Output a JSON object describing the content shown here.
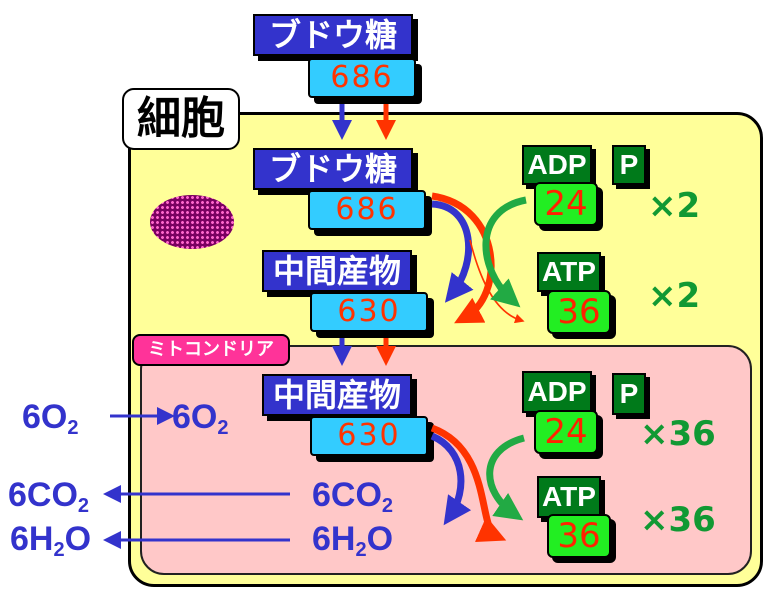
{
  "labels": {
    "cell": "細胞",
    "mito": "ミトコンドリア"
  },
  "glucose": {
    "name": "ブドウ糖",
    "energy": "686"
  },
  "intermediate": {
    "name": "中間産物",
    "energy": "630"
  },
  "glycolysis": {
    "adp": "ADP",
    "p": "P",
    "adp_value": "24",
    "atp": "ATP",
    "atp_value": "36",
    "mult_adp": "×2",
    "mult_atp": "×2"
  },
  "respiration": {
    "adp": "ADP",
    "p": "P",
    "adp_value": "24",
    "atp": "ATP",
    "atp_value": "36",
    "mult_adp": "×36",
    "mult_atp": "×36"
  },
  "chem": {
    "o2_out": {
      "coef": "6O",
      "sub": "2"
    },
    "o2_in": {
      "coef": "6O",
      "sub": "2"
    },
    "co2_in": {
      "coef": "6CO",
      "sub": "2"
    },
    "co2_out": {
      "coef": "6CO",
      "sub": "2"
    },
    "h2o_in": {
      "pre": "6H",
      "sub": "2",
      "post": "O"
    },
    "h2o_out": {
      "pre": "6H",
      "sub": "2",
      "post": "O"
    }
  },
  "colors": {
    "name_box": "#3333cc",
    "energy_box": "#33ccff",
    "energy_text": "#ff3300",
    "atp_box": "#007a1a",
    "atp_value_box": "#22ee22",
    "arrow_blue": "#3333cc",
    "arrow_red": "#ff3300",
    "arrow_green": "#22aa44",
    "cell_fill": "#ffff99",
    "mito_fill": "#ffc8c8"
  }
}
